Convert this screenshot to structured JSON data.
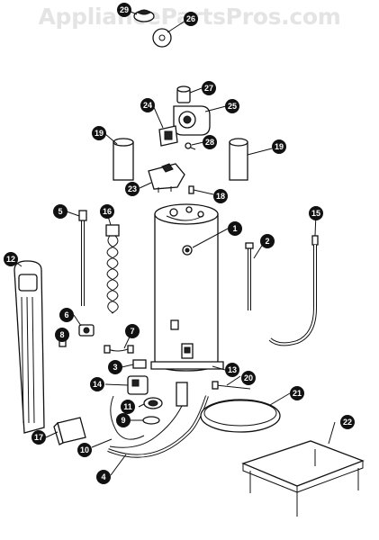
{
  "watermark": "AppliancePartsPros.com",
  "callouts": [
    {
      "id": "c29",
      "label": "29"
    },
    {
      "id": "c26",
      "label": "26"
    },
    {
      "id": "c27",
      "label": "27"
    },
    {
      "id": "c24",
      "label": "24"
    },
    {
      "id": "c25",
      "label": "25"
    },
    {
      "id": "c19a",
      "label": "19"
    },
    {
      "id": "c28",
      "label": "28"
    },
    {
      "id": "c19b",
      "label": "19"
    },
    {
      "id": "c23",
      "label": "23"
    },
    {
      "id": "c18",
      "label": "18"
    },
    {
      "id": "c5",
      "label": "5"
    },
    {
      "id": "c16",
      "label": "16"
    },
    {
      "id": "c1",
      "label": "1"
    },
    {
      "id": "c15",
      "label": "15"
    },
    {
      "id": "c2",
      "label": "2"
    },
    {
      "id": "c12",
      "label": "12"
    },
    {
      "id": "c6",
      "label": "6"
    },
    {
      "id": "c8",
      "label": "8"
    },
    {
      "id": "c7",
      "label": "7"
    },
    {
      "id": "c3",
      "label": "3"
    },
    {
      "id": "c13",
      "label": "13"
    },
    {
      "id": "c14",
      "label": "14"
    },
    {
      "id": "c20",
      "label": "20"
    },
    {
      "id": "c11",
      "label": "11"
    },
    {
      "id": "c21",
      "label": "21"
    },
    {
      "id": "c9",
      "label": "9"
    },
    {
      "id": "c17",
      "label": "17"
    },
    {
      "id": "c10",
      "label": "10"
    },
    {
      "id": "c22",
      "label": "22"
    },
    {
      "id": "c4",
      "label": "4"
    }
  ]
}
